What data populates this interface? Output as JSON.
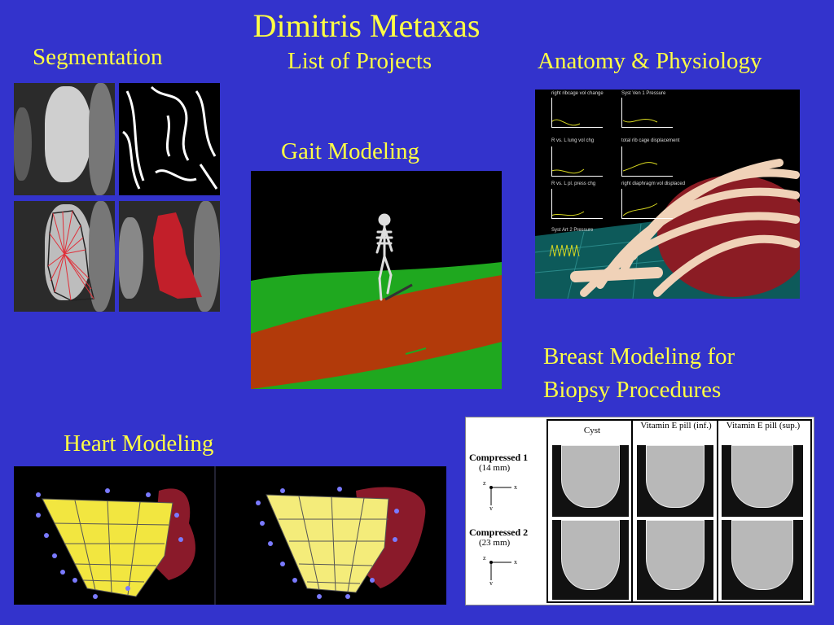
{
  "title": "Dimitris Metaxas",
  "labels": {
    "segmentation": "Segmentation",
    "list_of_projects": "List of Projects",
    "anatomy": "Anatomy & Physiology",
    "gait": "Gait Modeling",
    "breast_line1": "Breast Modeling for",
    "breast_line2": "Biopsy Procedures",
    "heart": "Heart Modeling"
  },
  "anatomy_graph_captions": [
    "right ribcage vol change",
    "Syst Ven 1 Pressure",
    "R vs. L lung vol chg",
    "total rib cage displacement",
    "R vs. L pl. press chg",
    "right diaphragm vol displaced",
    "Syst Art 2 Pressure"
  ],
  "breast_figure": {
    "columns": [
      "Cyst",
      "Vitamin E pill (inf.)",
      "Vitamin E pill (sup.)"
    ],
    "rows": [
      {
        "label": "Compressed 1",
        "sub": "(14 mm)"
      },
      {
        "label": "Compressed 2",
        "sub": "(23 mm)"
      }
    ],
    "axis": {
      "z": "z",
      "x": "x",
      "y": "y"
    }
  },
  "colors": {
    "background": "#3333cc",
    "title_text": "#ffff44",
    "heart_mesh": "#f2e640",
    "heart_tissue": "#8a1a2a",
    "segment_fill": "#c21f2a",
    "gait_ground": "#1fa81f",
    "gait_path": "#b23a0a"
  }
}
